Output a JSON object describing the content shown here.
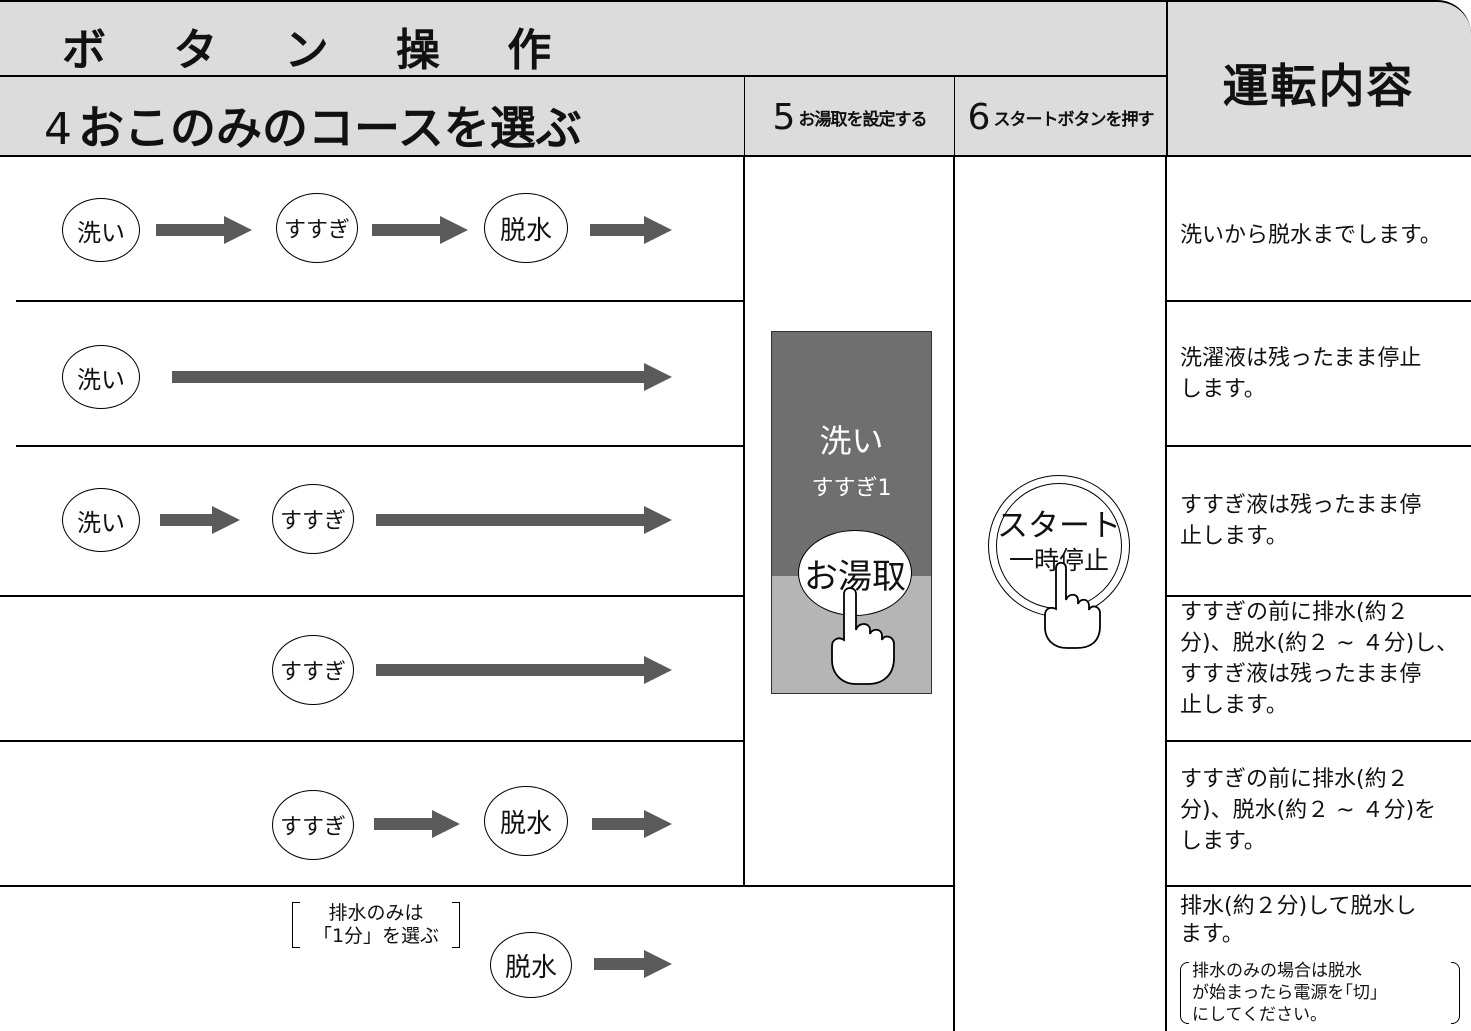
{
  "header": {
    "title_button_ops": "ボ タ ン 操 作",
    "step4_num": "4",
    "step4_text": "おこのみのコースを選ぶ",
    "step5_num": "5",
    "step5_text": "お湯取を設定する",
    "step6_num": "6",
    "step6_text": "スタートボタンを押す",
    "operation_title": "運転内容"
  },
  "dials": {
    "wash": "洗い",
    "rinse": "すすぎ",
    "spin": "脱水"
  },
  "panel": {
    "wash": "洗い",
    "rinse1": "すすぎ1",
    "onyu_button": "お湯取"
  },
  "start_button": {
    "line1": "スタート",
    "line2": "一時停止"
  },
  "drain_note": "排水のみは\n「1分」を選ぶ",
  "rows": [
    {
      "description": "洗いから脱水までします。"
    },
    {
      "description": "洗濯液は残ったまま停止\nします。"
    },
    {
      "description": "すすぎ液は残ったまま停\n止します。"
    },
    {
      "description": "すすぎの前に排水(約２\n分)、脱水(約２ ~ ４分)し、\nすすぎ液は残ったまま停\n止します。"
    },
    {
      "description": "すすぎの前に排水(約２\n分)、脱水(約２ ~ ４分)を\nします。"
    },
    {
      "description": "排水(約２分)して脱水し\nます。",
      "note": "排水のみの場合は脱水\nが始まったら電源を｢切｣\nにしてください。"
    }
  ],
  "colors": {
    "header_bg": "#dcdcdc",
    "arrow": "#5a5a5a",
    "panel_dark": "#6f6f6f",
    "panel_light": "#b5b5b5"
  }
}
